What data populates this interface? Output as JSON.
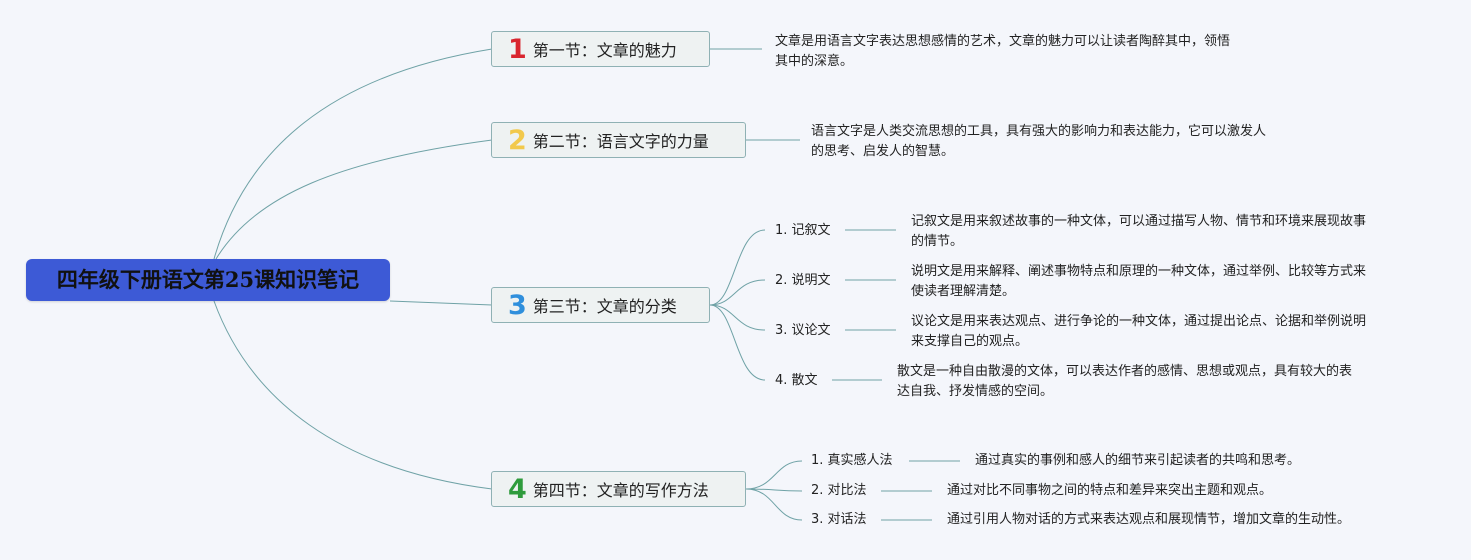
{
  "root": {
    "title": "四年级下册语文第25课知识笔记"
  },
  "colors": {
    "root_bg": "#3d5ad6",
    "line": "#6fa2a6",
    "num1": "#d9262f",
    "num2": "#f2c94c",
    "num3": "#2f8fdc",
    "num4": "#2e9b3c"
  },
  "sections": [
    {
      "number": "1",
      "label": "第一节：文章的魅力",
      "desc_line1": "文章是用语言文字表达思想感情的艺术，文章的魅力可以让读者陶醉其中，领悟",
      "desc_line2": "其中的深意。"
    },
    {
      "number": "2",
      "label": "第二节：语言文字的力量",
      "desc_line1": "语言文字是人类交流思想的工具，具有强大的影响力和表达能力，它可以激发人",
      "desc_line2": "的思考、启发人的智慧。"
    },
    {
      "number": "3",
      "label": "第三节：文章的分类",
      "items": [
        {
          "label": "1. 记叙文",
          "desc_line1": "记叙文是用来叙述故事的一种文体，可以通过描写人物、情节和环境来展现故事",
          "desc_line2": "的情节。"
        },
        {
          "label": "2. 说明文",
          "desc_line1": "说明文是用来解释、阐述事物特点和原理的一种文体，通过举例、比较等方式来",
          "desc_line2": "使读者理解清楚。"
        },
        {
          "label": "3. 议论文",
          "desc_line1": "议论文是用来表达观点、进行争论的一种文体，通过提出论点、论据和举例说明",
          "desc_line2": "来支撑自己的观点。"
        },
        {
          "label": "4. 散文",
          "desc_line1": "散文是一种自由散漫的文体，可以表达作者的感情、思想或观点，具有较大的表",
          "desc_line2": "达自我、抒发情感的空间。"
        }
      ]
    },
    {
      "number": "4",
      "label": "第四节：文章的写作方法",
      "items": [
        {
          "label": "1. 真实感人法",
          "desc_line1": "通过真实的事例和感人的细节来引起读者的共鸣和思考。"
        },
        {
          "label": "2. 对比法",
          "desc_line1": "通过对比不同事物之间的特点和差异来突出主题和观点。"
        },
        {
          "label": "3. 对话法",
          "desc_line1": "通过引用人物对话的方式来表达观点和展现情节，增加文章的生动性。"
        }
      ]
    }
  ]
}
